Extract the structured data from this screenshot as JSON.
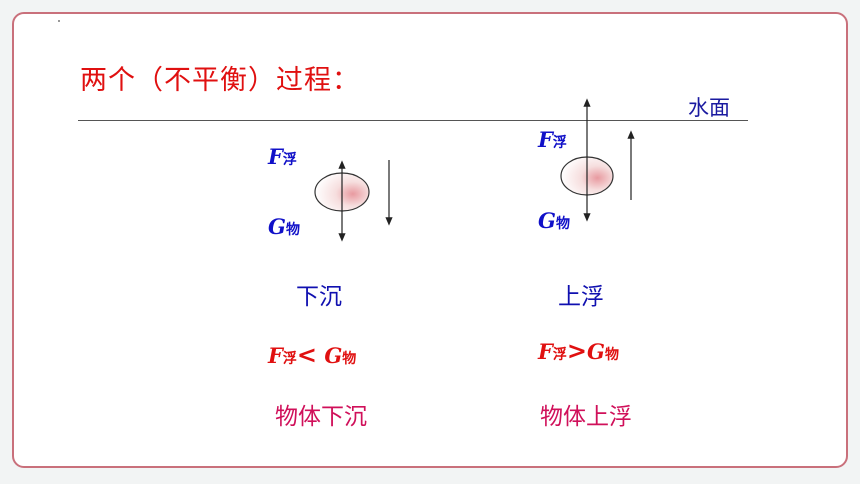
{
  "title": "两个（不平衡）过程：",
  "water_label": "水面",
  "left": {
    "force_up_main": "F",
    "force_up_sub": "浮",
    "force_down_main": "G",
    "force_down_sub": "物",
    "state": "下沉",
    "compare": {
      "lhs_main": "F",
      "lhs_sub": "浮",
      "op": "<",
      "rhs_main": "G",
      "rhs_sub": "物"
    },
    "result": "物体下沉"
  },
  "right": {
    "force_up_main": "F",
    "force_up_sub": "浮",
    "force_down_main": "G",
    "force_down_sub": "物",
    "state": "上浮",
    "compare": {
      "lhs_main": "F",
      "lhs_sub": "浮",
      "op": ">",
      "rhs_main": "G",
      "rhs_sub": "物"
    },
    "result": "物体上浮"
  },
  "colors": {
    "title": "#e01010",
    "force": "#1010c8",
    "result": "#d0105a",
    "border": "#c9707b"
  }
}
